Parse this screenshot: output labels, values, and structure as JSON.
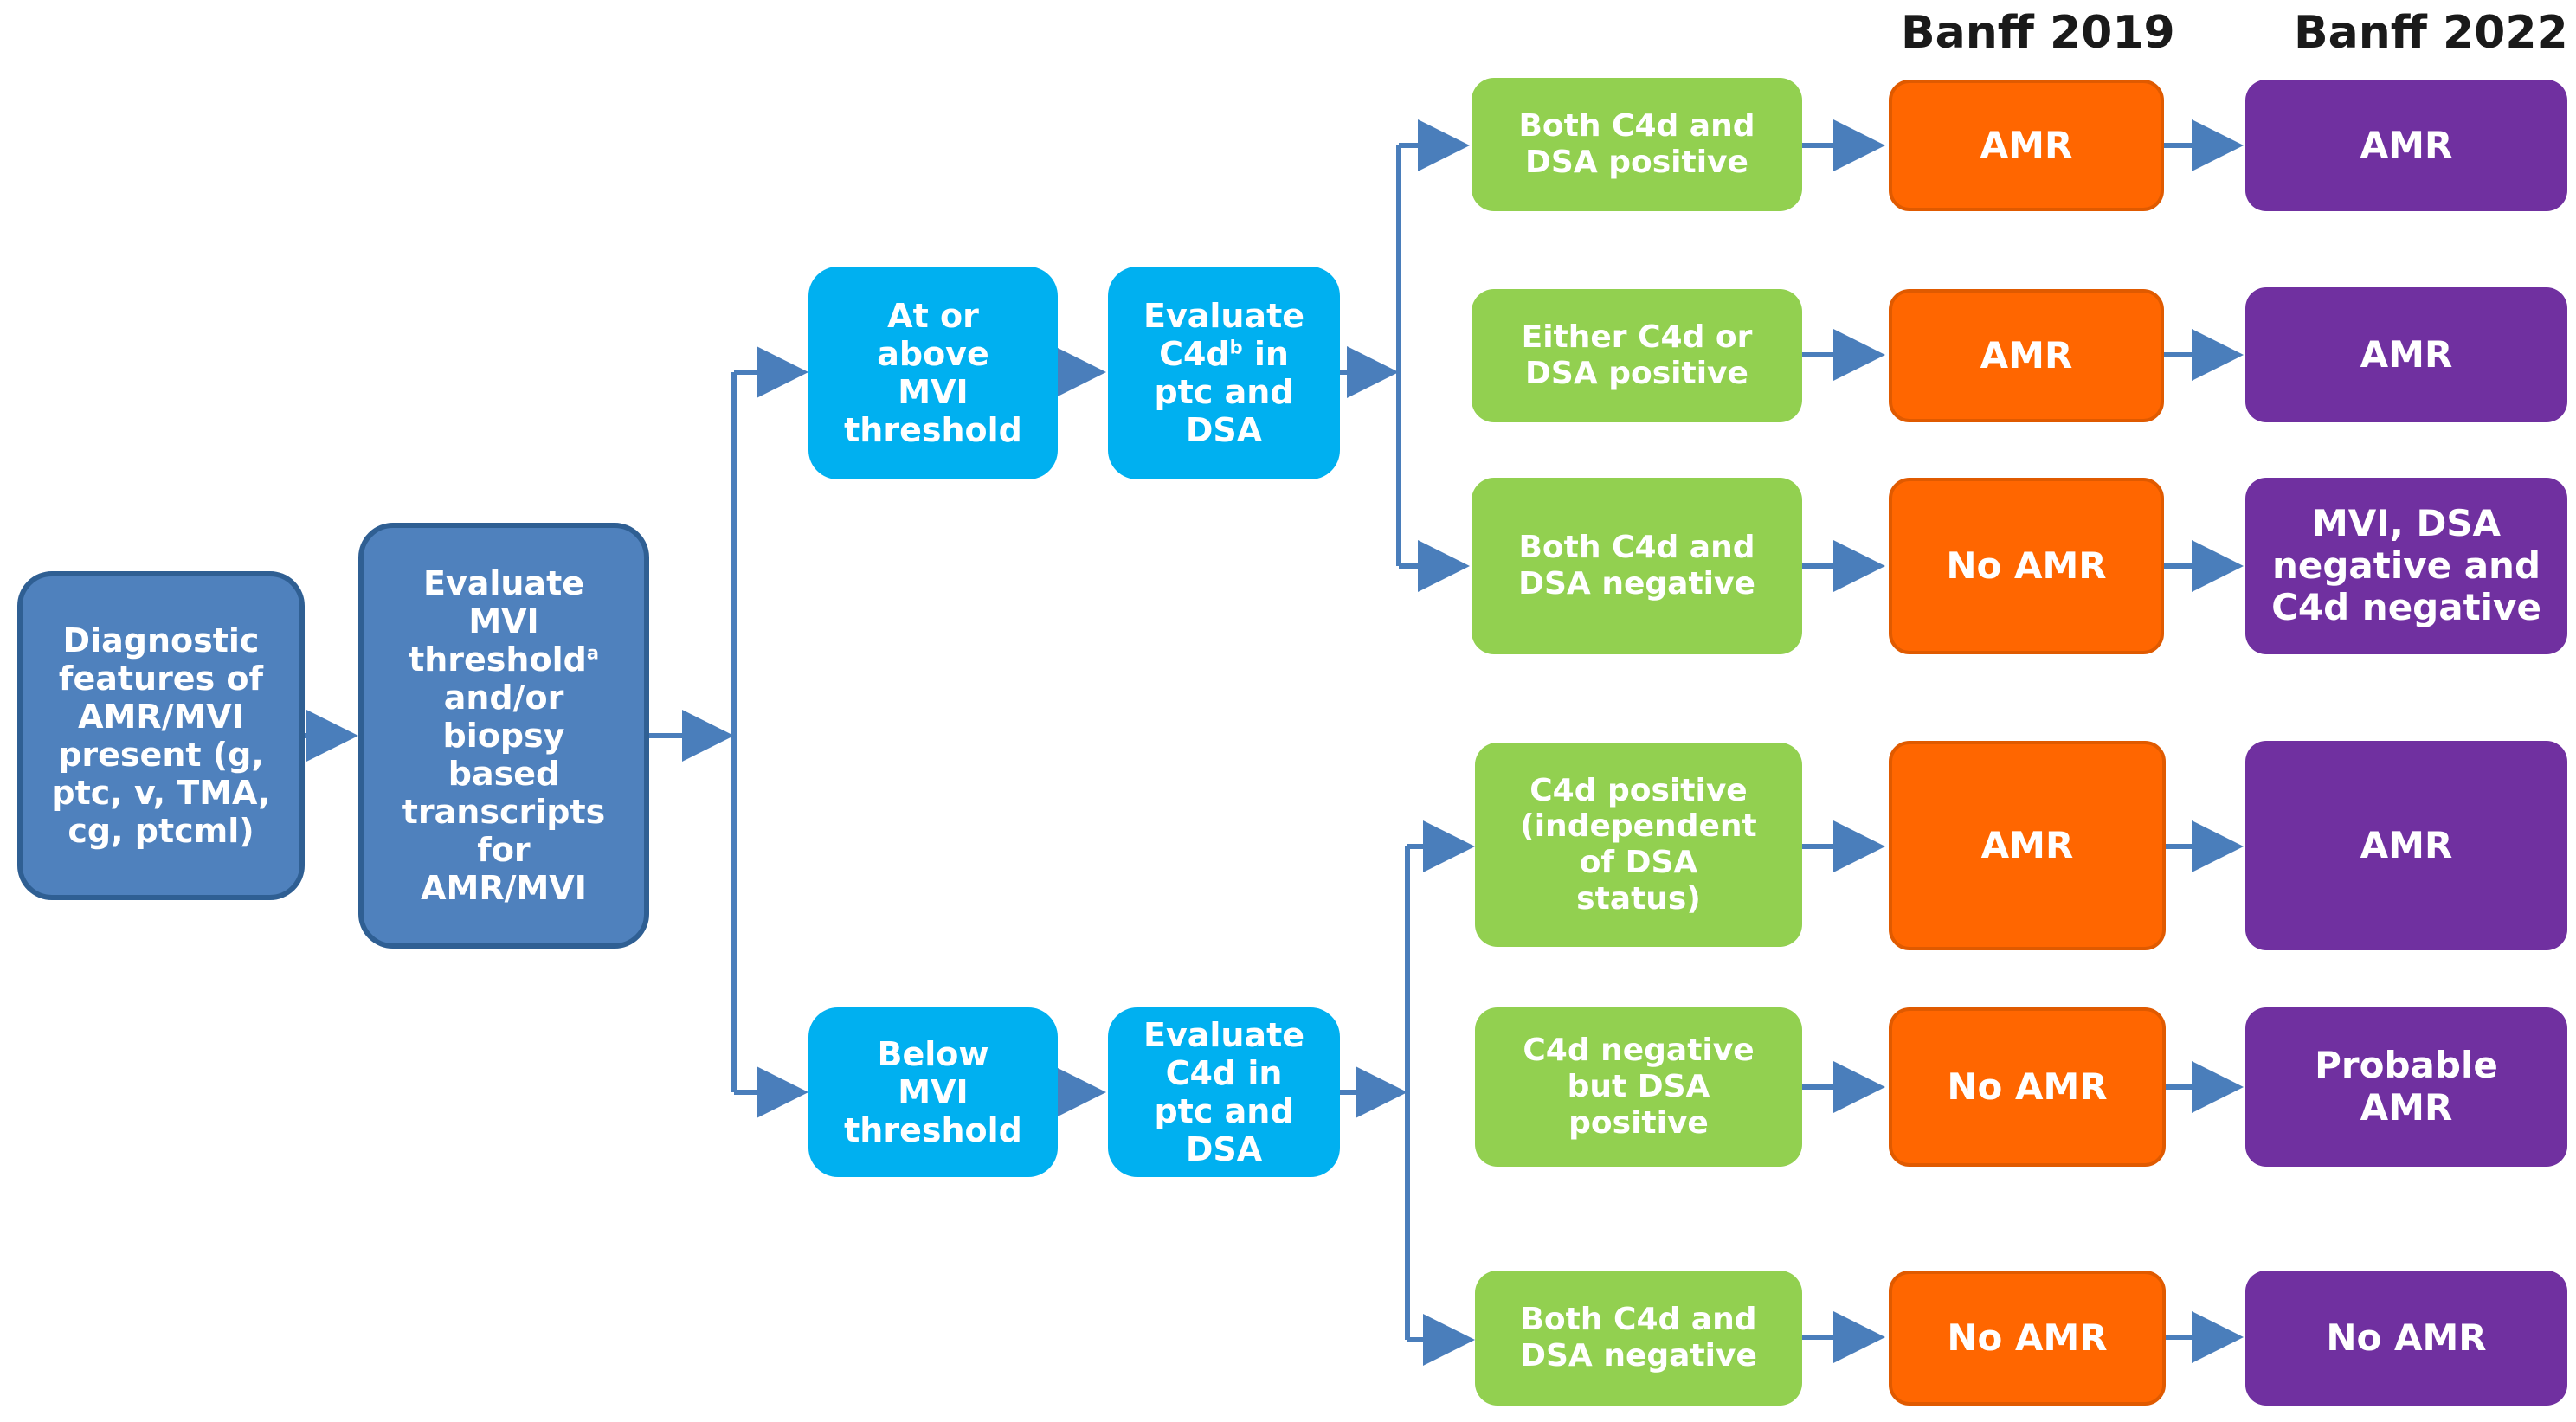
{
  "headers": {
    "banff2019": "Banff 2019",
    "banff2022": "Banff 2022"
  },
  "start": {
    "diagnostic": "Diagnostic\nfeatures of\nAMR/MVI\npresent (g,\nptc, v, TMA,\ncg, ptcml)"
  },
  "evaluate_mvi": {
    "text": "Evaluate\nMVI\nthreshold",
    "sup": "a",
    "text2": "and/or\nbiopsy\nbased\ntranscripts\nfor\nAMR/MVI"
  },
  "upper": {
    "threshold": "At or\nabove\nMVI\nthreshold",
    "evaluate": {
      "line1": "Evaluate",
      "line2a": "C4d",
      "sup": "b",
      "line2b": " in",
      "rest": "ptc and\nDSA"
    },
    "outcomes": [
      {
        "condition": "Both C4d and\nDSA positive",
        "banff2019": "AMR",
        "banff2022": "AMR"
      },
      {
        "condition": "Either C4d or\nDSA positive",
        "banff2019": "AMR",
        "banff2022": "AMR"
      },
      {
        "condition": "Both C4d and\nDSA negative",
        "banff2019": "No AMR",
        "banff2022": "MVI, DSA\nnegative and\nC4d negative"
      }
    ]
  },
  "lower": {
    "threshold": "Below\nMVI\nthreshold",
    "evaluate": "Evaluate\nC4d in\nptc and\nDSA",
    "outcomes": [
      {
        "condition": "C4d positive\n(independent\nof DSA\nstatus)",
        "banff2019": "AMR",
        "banff2022": "AMR"
      },
      {
        "condition": "C4d negative\nbut DSA\npositive",
        "banff2019": "No AMR",
        "banff2022": "Probable\nAMR"
      },
      {
        "condition": "Both C4d and\nDSA negative",
        "banff2019": "No AMR",
        "banff2022": "No AMR"
      }
    ]
  },
  "colors": {
    "dark_blue": "#4f81bd",
    "cyan": "#00b0f0",
    "green": "#92d050",
    "orange": "#ff6600",
    "purple": "#7030a0",
    "arrow": "#4a7ebb"
  }
}
